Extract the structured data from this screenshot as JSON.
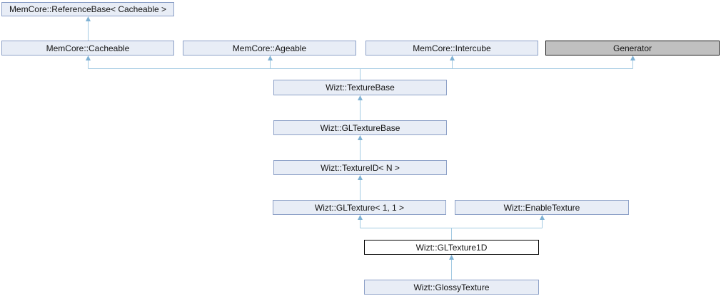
{
  "diagram": {
    "type": "inheritance-graph",
    "nodes": [
      {
        "id": "referencebase",
        "label": "MemCore::ReferenceBase< Cacheable >",
        "variant": "default"
      },
      {
        "id": "cacheable",
        "label": "MemCore::Cacheable",
        "variant": "default"
      },
      {
        "id": "ageable",
        "label": "MemCore::Ageable",
        "variant": "default"
      },
      {
        "id": "intercube",
        "label": "MemCore::Intercube",
        "variant": "default"
      },
      {
        "id": "generator",
        "label": "Generator",
        "variant": "external"
      },
      {
        "id": "texturebase",
        "label": "Wizt::TextureBase",
        "variant": "default"
      },
      {
        "id": "gltexturebase",
        "label": "Wizt::GLTextureBase",
        "variant": "default"
      },
      {
        "id": "textureid",
        "label": "Wizt::TextureID< N >",
        "variant": "default"
      },
      {
        "id": "gltexture11",
        "label": "Wizt::GLTexture< 1, 1 >",
        "variant": "default"
      },
      {
        "id": "enabletexture",
        "label": "Wizt::EnableTexture",
        "variant": "default"
      },
      {
        "id": "gltexture1d",
        "label": "Wizt::GLTexture1D",
        "variant": "current"
      },
      {
        "id": "glossytexture",
        "label": "Wizt::GlossyTexture",
        "variant": "default"
      }
    ],
    "edges": [
      {
        "from": "cacheable",
        "to": "referencebase"
      },
      {
        "from": "texturebase",
        "to": "cacheable"
      },
      {
        "from": "texturebase",
        "to": "ageable"
      },
      {
        "from": "texturebase",
        "to": "intercube"
      },
      {
        "from": "texturebase",
        "to": "generator"
      },
      {
        "from": "gltexturebase",
        "to": "texturebase"
      },
      {
        "from": "textureid",
        "to": "gltexturebase"
      },
      {
        "from": "gltexture11",
        "to": "textureid"
      },
      {
        "from": "gltexture1d",
        "to": "gltexture11"
      },
      {
        "from": "gltexture1d",
        "to": "enabletexture"
      },
      {
        "from": "glossytexture",
        "to": "gltexture1d"
      }
    ],
    "colors": {
      "node_fill": "#e8edf6",
      "node_border": "#8ca0c7",
      "external_fill": "#c0c0c0",
      "external_border": "#161616",
      "current_fill": "#ffffff",
      "current_border": "#000000",
      "edge_line": "#a3cae2",
      "edge_arrow": "#7eb1d4",
      "text": "#131313",
      "background": "#ffffff"
    }
  }
}
